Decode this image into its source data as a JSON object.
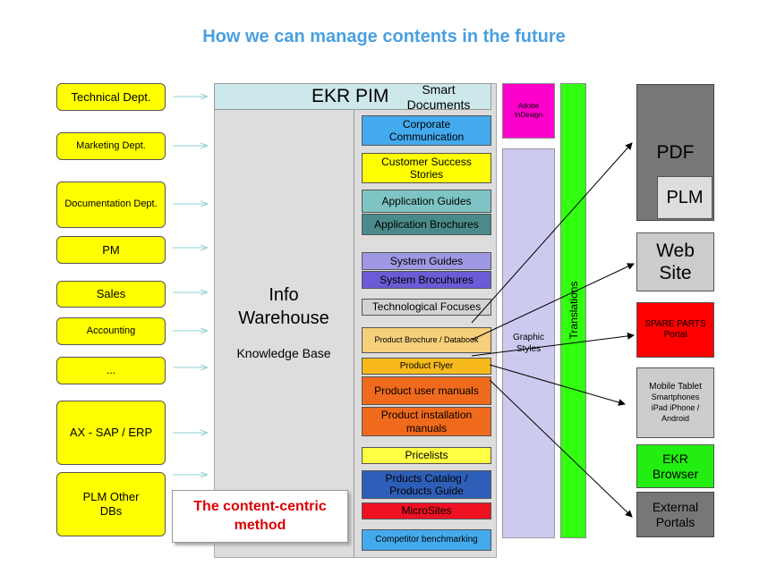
{
  "title": "How we can manage contents in the future",
  "sources": [
    "Technical Dept.",
    "Marketing Dept.",
    "Documentation Dept.",
    "PM",
    "Sales",
    "Accounting",
    "...",
    "AX - SAP / ERP",
    "PLM Other DBs"
  ],
  "pim": {
    "title": "EKR PIM",
    "smart_documents": "Smart Documents",
    "info_warehouse": "Info Warehouse",
    "knowledge_base": "Knowledge Base"
  },
  "documents": [
    "Corporate Communication",
    "Customer Success Stories",
    "Application Guides",
    "Application Brochures",
    "System Guides",
    "System Brocuhures",
    "Technological Focuses",
    "Product Brochure / Databook",
    "Product Flyer",
    "Product user manuals",
    "Product installation manuals",
    "Pricelists",
    "Prducts Catalog / Products Guide",
    "MicroSites",
    "Competitor benchmarking"
  ],
  "tools": {
    "adobe": "Adobe InDesign",
    "graphic_styles": "Graphic Styles",
    "translations": "Translations"
  },
  "outputs": {
    "pdf": "PDF",
    "plm": "PLM",
    "website": "Web Site",
    "spare_parts": "SPARE PARTS Portal",
    "mobile_title": "Mobile Tablet",
    "mobile_sub": "Smartphones iPad iPhone / Android",
    "ekr_browser": "EKR Browser",
    "external_portals": "External Portals"
  },
  "method_label": "The content-centric method",
  "colors": {
    "title": "#4a9fe0",
    "source_fill": "#ffff00",
    "pim_header": "#cde8ea",
    "pim_body": "#dddddd",
    "adobe": "#ff00cc",
    "graphic_styles": "#cdcaf0",
    "translations": "#33ff11",
    "spare_parts": "#ff0000",
    "ekr_browser": "#22ee11",
    "method_text": "#dd0000"
  }
}
